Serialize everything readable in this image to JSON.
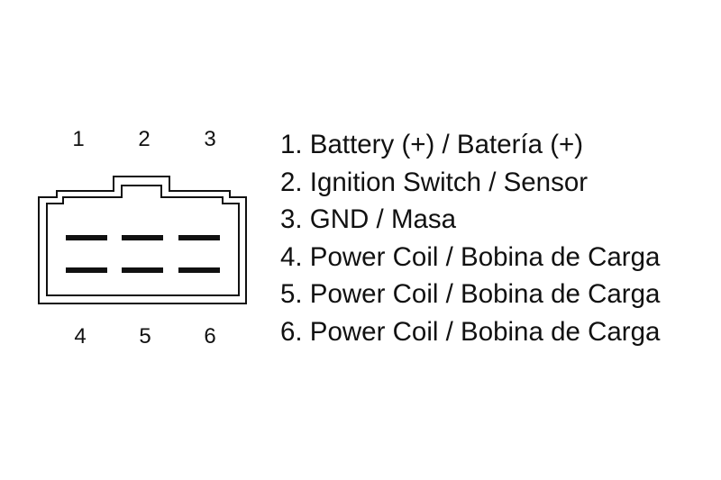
{
  "connector": {
    "top_pin_numbers": [
      "1",
      "2",
      "3"
    ],
    "bottom_pin_numbers": [
      "4",
      "5",
      "6"
    ]
  },
  "legend": {
    "items": [
      "1. Battery (+) / Batería (+)",
      "2. Ignition Switch / Sensor",
      "3. GND / Masa",
      "4. Power Coil / Bobina de Carga",
      "5. Power Coil / Bobina de Carga",
      "6. Power Coil / Bobina de Carga"
    ]
  },
  "colors": {
    "line": "#111111",
    "background": "#ffffff"
  }
}
